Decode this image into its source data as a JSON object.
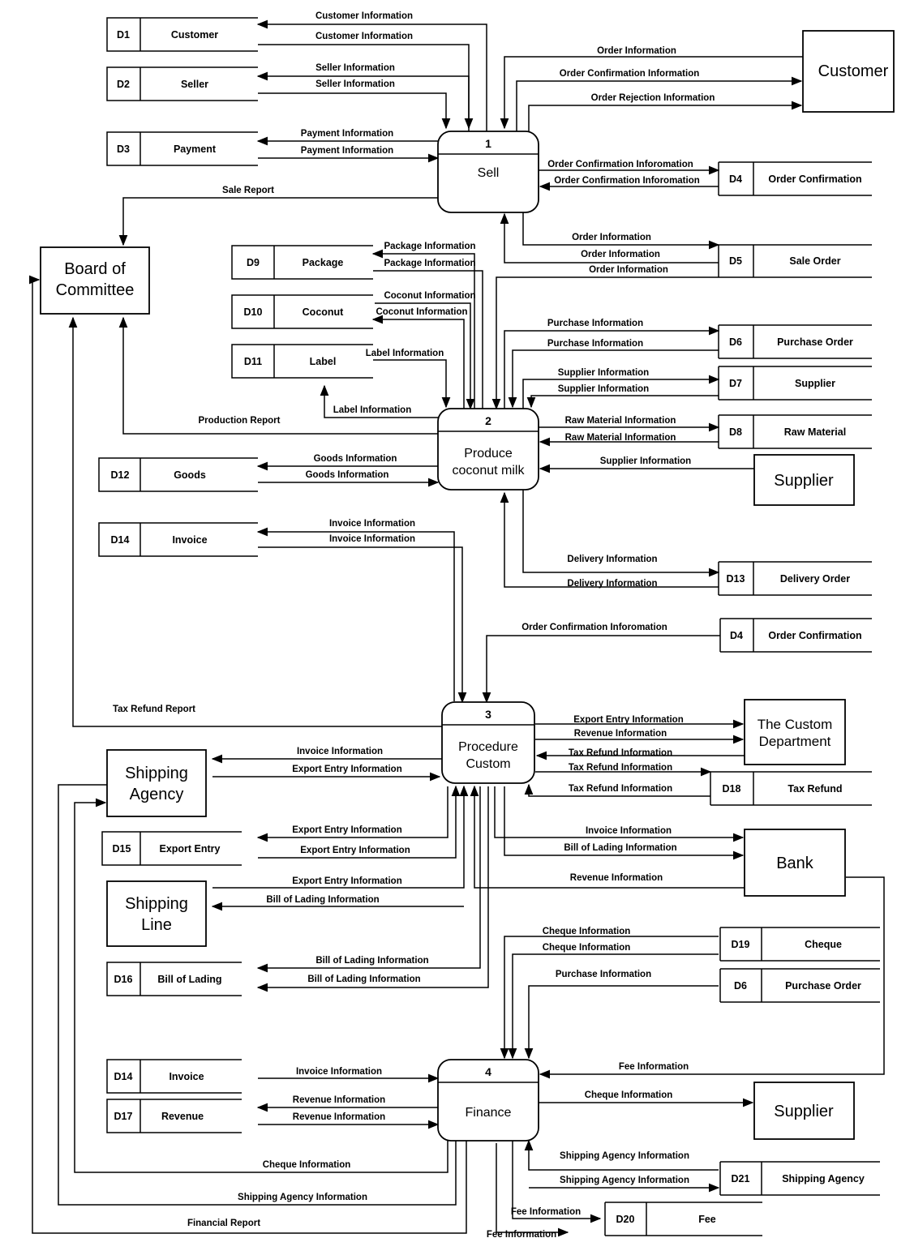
{
  "processes": [
    {
      "num": "1",
      "name": "Sell"
    },
    {
      "num": "2",
      "name": "Produce coconut milk",
      "line1": "Produce",
      "line2": "coconut milk"
    },
    {
      "num": "3",
      "name": "Procedure Custom",
      "line1": "Procedure",
      "line2": "Custom"
    },
    {
      "num": "4",
      "name": "Finance"
    }
  ],
  "externals": {
    "customer": "Customer",
    "board_line1": "Board of",
    "board_line2": "Committee",
    "supplier1": "Supplier",
    "custom_line1": "The Custom",
    "custom_line2": "Department",
    "agency_line1": "Shipping",
    "agency_line2": "Agency",
    "line_line1": "Shipping",
    "line_line2": "Line",
    "bank": "Bank",
    "supplier2": "Supplier"
  },
  "stores": {
    "d1": {
      "id": "D1",
      "name": "Customer"
    },
    "d2": {
      "id": "D2",
      "name": "Seller"
    },
    "d3": {
      "id": "D3",
      "name": "Payment"
    },
    "d4a": {
      "id": "D4",
      "name": "Order Confirmation"
    },
    "d5": {
      "id": "D5",
      "name": "Sale Order"
    },
    "d9": {
      "id": "D9",
      "name": "Package"
    },
    "d10": {
      "id": "D10",
      "name": "Coconut"
    },
    "d11": {
      "id": "D11",
      "name": "Label"
    },
    "d6a": {
      "id": "D6",
      "name": "Purchase Order"
    },
    "d7": {
      "id": "D7",
      "name": "Supplier"
    },
    "d8": {
      "id": "D8",
      "name": "Raw Material"
    },
    "d12": {
      "id": "D12",
      "name": "Goods"
    },
    "d14a": {
      "id": "D14",
      "name": "Invoice"
    },
    "d13": {
      "id": "D13",
      "name": "Delivery Order"
    },
    "d4b": {
      "id": "D4",
      "name": "Order Confirmation"
    },
    "d18": {
      "id": "D18",
      "name": "Tax Refund"
    },
    "d15": {
      "id": "D15",
      "name": "Export Entry"
    },
    "d16": {
      "id": "D16",
      "name": "Bill of Lading"
    },
    "d19": {
      "id": "D19",
      "name": "Cheque"
    },
    "d6b": {
      "id": "D6",
      "name": "Purchase Order"
    },
    "d14b": {
      "id": "D14",
      "name": "Invoice"
    },
    "d17": {
      "id": "D17",
      "name": "Revenue"
    },
    "d21": {
      "id": "D21",
      "name": "Shipping Agency"
    },
    "d20": {
      "id": "D20",
      "name": "Fee"
    }
  },
  "flows": {
    "f1": "Customer Information",
    "f2": "Customer Information",
    "f3": "Seller Information",
    "f4": "Seller Information",
    "f5": "Payment Information",
    "f6": "Payment Information",
    "f7": "Order Information",
    "f8": "Order Confirmation Information",
    "f9": "Order Rejection Information",
    "f10": "Order Confirmation Inforomation",
    "f11": "Order Confirmation Inforomation",
    "f12": "Sale Report",
    "f13": "Order Information",
    "f14": "Order Information",
    "f15": "Order Information",
    "f16": "Package Information",
    "f17": "Package Information",
    "f18": "Coconut Information",
    "f19": "Coconut Information",
    "f20": "Label Information",
    "f21": "Label Information",
    "f22": "Purchase Information",
    "f23": "Purchase Information",
    "f24": "Supplier Information",
    "f25": "Supplier Information",
    "f26": "Production Report",
    "f27": "Raw Material Information",
    "f28": "Raw Material Information",
    "f29": "Goods Information",
    "f30": "Goods Information",
    "f31": "Supplier Information",
    "f32": "Invoice Information",
    "f33": "Invoice Information",
    "f34": "Delivery Information",
    "f35": "Delivery Information",
    "f36": "Order Confirmation Inforomation",
    "f37": "Tax Refund Report",
    "f38": "Export Entry Information",
    "f39": "Revenue Information",
    "f40": "Tax Refund Information",
    "f41": "Tax Refund Information",
    "f42": "Tax Refund Information",
    "f43": "Invoice Information",
    "f44": "Export Entry Information",
    "f45": "Export Entry Information",
    "f46": "Export Entry Information",
    "f47": "Invoice Information",
    "f48": "Bill of Lading Information",
    "f49": "Export Entry Information",
    "f50": "Bill of Lading Information",
    "f51": "Revenue Information",
    "f52": "Cheque Information",
    "f53": "Cheque Information",
    "f54": "Purchase Information",
    "f55": "Bill of Lading Information",
    "f56": "Bill of Lading Information",
    "f57": "Fee Information",
    "f58": "Invoice Information",
    "f59": "Revenue Information",
    "f60": "Revenue Information",
    "f61": "Cheque Information",
    "f62": "Cheque Information",
    "f63": "Shipping Agency Information",
    "f64": "Shipping Agency Information",
    "f65": "Shipping Agency Information",
    "f66": "Financial Report",
    "f67": "Fee Information",
    "f68": "Fee Information"
  }
}
